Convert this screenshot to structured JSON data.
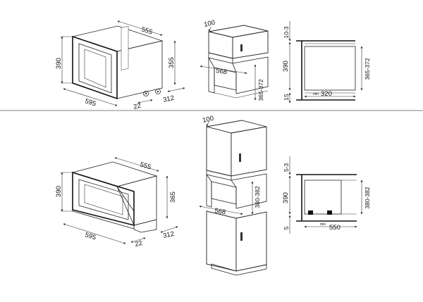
{
  "top": {
    "oven": {
      "width": "595",
      "height": "390",
      "depth": "555",
      "niche_height": "355",
      "side_depth": "312",
      "front_offset": "22"
    },
    "cabinet": {
      "top_depth": "100",
      "niche_width": "568",
      "niche_height": "365-372"
    },
    "section": {
      "top_gap": "10-3",
      "height": "390",
      "niche_height": "365-372",
      "bottom_gap": "15",
      "min_label": "min",
      "min_depth": "320"
    }
  },
  "bottom": {
    "oven": {
      "width": "595",
      "height": "390",
      "depth": "555",
      "niche_height": "365",
      "side_depth": "312",
      "front_offset": "22"
    },
    "cabinet": {
      "top_depth": "100",
      "niche_width": "568",
      "niche_height": "380-382"
    },
    "section": {
      "top_gap": "5-3",
      "height": "390",
      "niche_height": "380-382",
      "bottom_gap": "5",
      "min_label": "min",
      "min_depth": "550"
    }
  }
}
